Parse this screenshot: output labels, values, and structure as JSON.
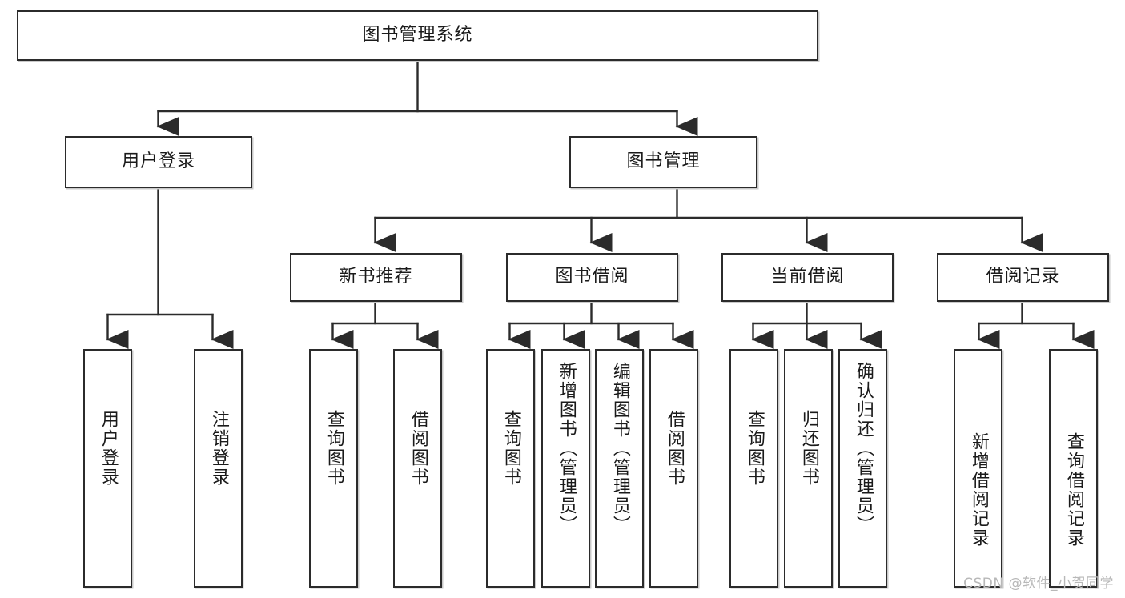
{
  "diagram": {
    "title": "图书管理系统",
    "type": "tree-hierarchy",
    "watermark": "CSDN @软件_小贺同学",
    "colors": {
      "box_border": "#2b2b2b",
      "box_fill": "#ffffff",
      "edge": "#2b2b2b",
      "text": "#1a1a1a",
      "watermark": "#b8b8b8"
    },
    "nodes": {
      "root": {
        "label": "图书管理系统"
      },
      "level2": [
        {
          "label": "用户登录"
        },
        {
          "label": "图书管理"
        }
      ],
      "level3": [
        {
          "label": "新书推荐"
        },
        {
          "label": "图书借阅"
        },
        {
          "label": "当前借阅"
        },
        {
          "label": "借阅记录"
        }
      ],
      "leaves": {
        "user_login": [
          {
            "label": "用户登录"
          },
          {
            "label": "注销登录"
          }
        ],
        "new_book_recommend": [
          {
            "label": "查询图书"
          },
          {
            "label": "借阅图书"
          }
        ],
        "book_borrow": [
          {
            "label": "查询图书"
          },
          {
            "label": "新增图书（管理员）"
          },
          {
            "label": "编辑图书（管理员）"
          },
          {
            "label": "借阅图书"
          }
        ],
        "current_borrow": [
          {
            "label": "查询图书"
          },
          {
            "label": "归还图书"
          },
          {
            "label": "确认归还（管理员）"
          }
        ],
        "borrow_record": [
          {
            "label": "新增借阅记录"
          },
          {
            "label": "查询借阅记录"
          }
        ]
      }
    }
  }
}
